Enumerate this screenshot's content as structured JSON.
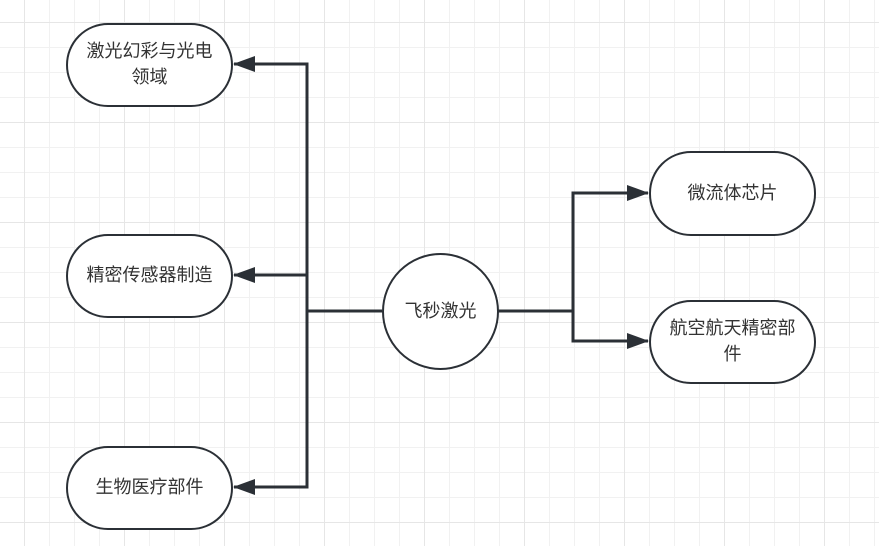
{
  "diagram": {
    "center": {
      "label": "飞秒激光"
    },
    "left_nodes": [
      {
        "label": "激光幻彩与光电领域"
      },
      {
        "label": "精密传感器制造"
      },
      {
        "label": "生物医疗部件"
      }
    ],
    "right_nodes": [
      {
        "label": "微流体芯片"
      },
      {
        "label": "航空航天精密部件"
      }
    ],
    "colors": {
      "stroke": "#2b3036",
      "text": "#333333",
      "grid_minor": "#f1f1f1",
      "grid_major": "#e6e6e6"
    }
  }
}
